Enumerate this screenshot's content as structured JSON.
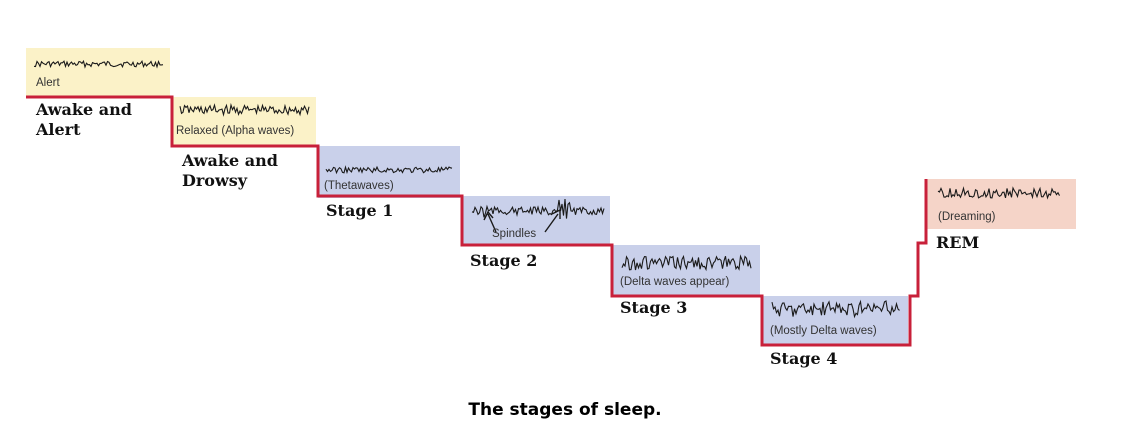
{
  "colors": {
    "step_line": "#c8203a",
    "awake_fill": "#fbf2c8",
    "sleep_fill": "#c9d0ea",
    "rem_fill": "#f5d4c8",
    "wave": "#1a1a1a"
  },
  "stages": [
    {
      "id": "alert",
      "box_label": "Alert",
      "title": "Awake and\nAlert",
      "fill": "awake",
      "wave": "fast-low"
    },
    {
      "id": "drowsy",
      "box_label": "Relaxed (Alpha waves)",
      "title": "Awake and\nDrowsy",
      "fill": "awake",
      "wave": "alpha"
    },
    {
      "id": "stage1",
      "box_label": "(Thetawaves)",
      "title": "Stage 1",
      "fill": "sleep",
      "wave": "theta"
    },
    {
      "id": "stage2",
      "box_label": "Spindles",
      "title": "Stage 2",
      "fill": "sleep",
      "wave": "spindles"
    },
    {
      "id": "stage3",
      "box_label": "(Delta waves appear)",
      "title": "Stage 3",
      "fill": "sleep",
      "wave": "delta"
    },
    {
      "id": "stage4",
      "box_label": "(Mostly Delta waves)",
      "title": "Stage 4",
      "fill": "sleep",
      "wave": "delta-large"
    },
    {
      "id": "rem",
      "box_label": "(Dreaming)",
      "title": "REM",
      "fill": "rem",
      "wave": "rem"
    }
  ],
  "caption": "The stages of sleep."
}
